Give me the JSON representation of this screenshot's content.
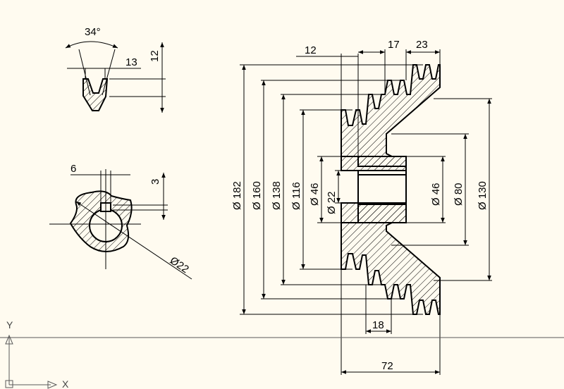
{
  "colors": {
    "background": "#fffbf0",
    "lines": "#000000",
    "hatch": "#000000",
    "ucs": "#5a5a5a"
  },
  "detail_groove": {
    "angle": "34°",
    "width": "13",
    "depth": "12"
  },
  "detail_keyway": {
    "key_width": "6",
    "key_depth": "3",
    "bore": "Ø22"
  },
  "main_view": {
    "top_dims": {
      "hub_step": "12",
      "groove_pitch": "17",
      "rim_step": "23"
    },
    "left_diameters": [
      "Ø 182",
      "Ø 160",
      "Ø 138",
      "Ø 116",
      "Ø 46",
      "Ø 22"
    ],
    "right_diameters": [
      "Ø 46",
      "Ø 80",
      "Ø 130"
    ],
    "bottom_dims": {
      "groove_pitch": "18",
      "overall_width": "72"
    }
  },
  "ucs": {
    "y_label": "Y",
    "x_label": "X",
    "icon": "ucs-icon"
  }
}
